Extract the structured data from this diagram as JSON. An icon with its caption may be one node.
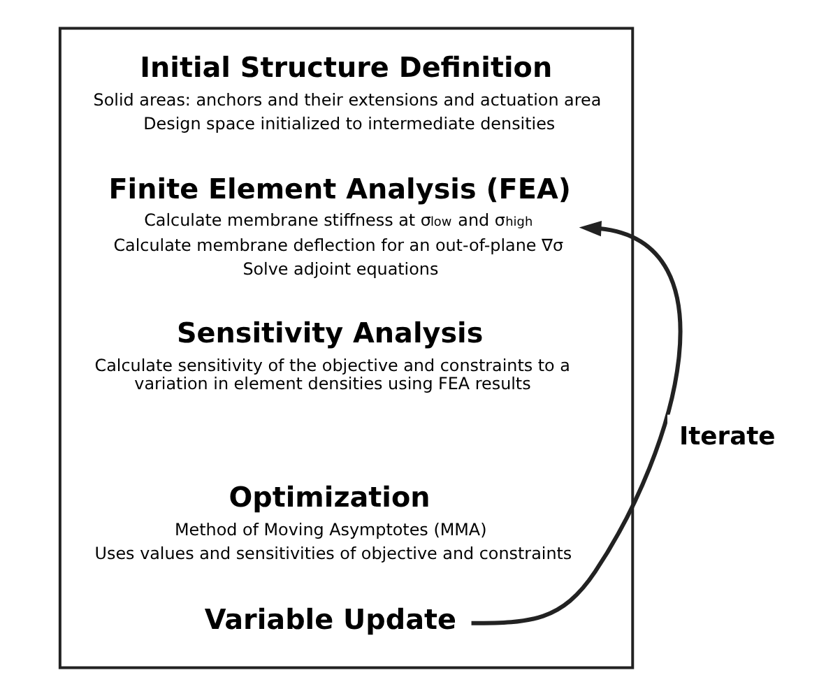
{
  "diagram": {
    "nodes": [
      {
        "text": [],
        "shape": "box"
      },
      {
        "text": [
          "Initial Structure Definition",
          "Solid areas: anchors and their extensions and actuation area",
          "Design space initialized to intermediate densities"
        ],
        "in": 0
      },
      {
        "text": [
          "Finite Element Analysis (FEA)",
          "Calculate membrane stiffness at σ$_{low}$ and σ$_{high}$",
          "Calculate membrane deflection for an out-of-plane ∇σ",
          "Solve adjoint equations"
        ],
        "in": 0
      },
      {
        "text": [
          "Sensitivity Analysis",
          "Calculate sensitivity of the objective and constraints to a variation in element densities using FEA results"
        ],
        "in": 0
      },
      {
        "text": [
          "Optimization",
          "Method of Moving Asymptotes (MMA)",
          "Uses values and sensitivities of objective and constraints"
        ],
        "in": 0
      },
      {
        "text": [
          "Variable Update"
        ],
        "in": 0
      }
    ],
    "edges": [
      {
        "from": 5,
        "to": 2,
        "arrow": "to",
        "label": "Iterate"
      }
    ]
  }
}
